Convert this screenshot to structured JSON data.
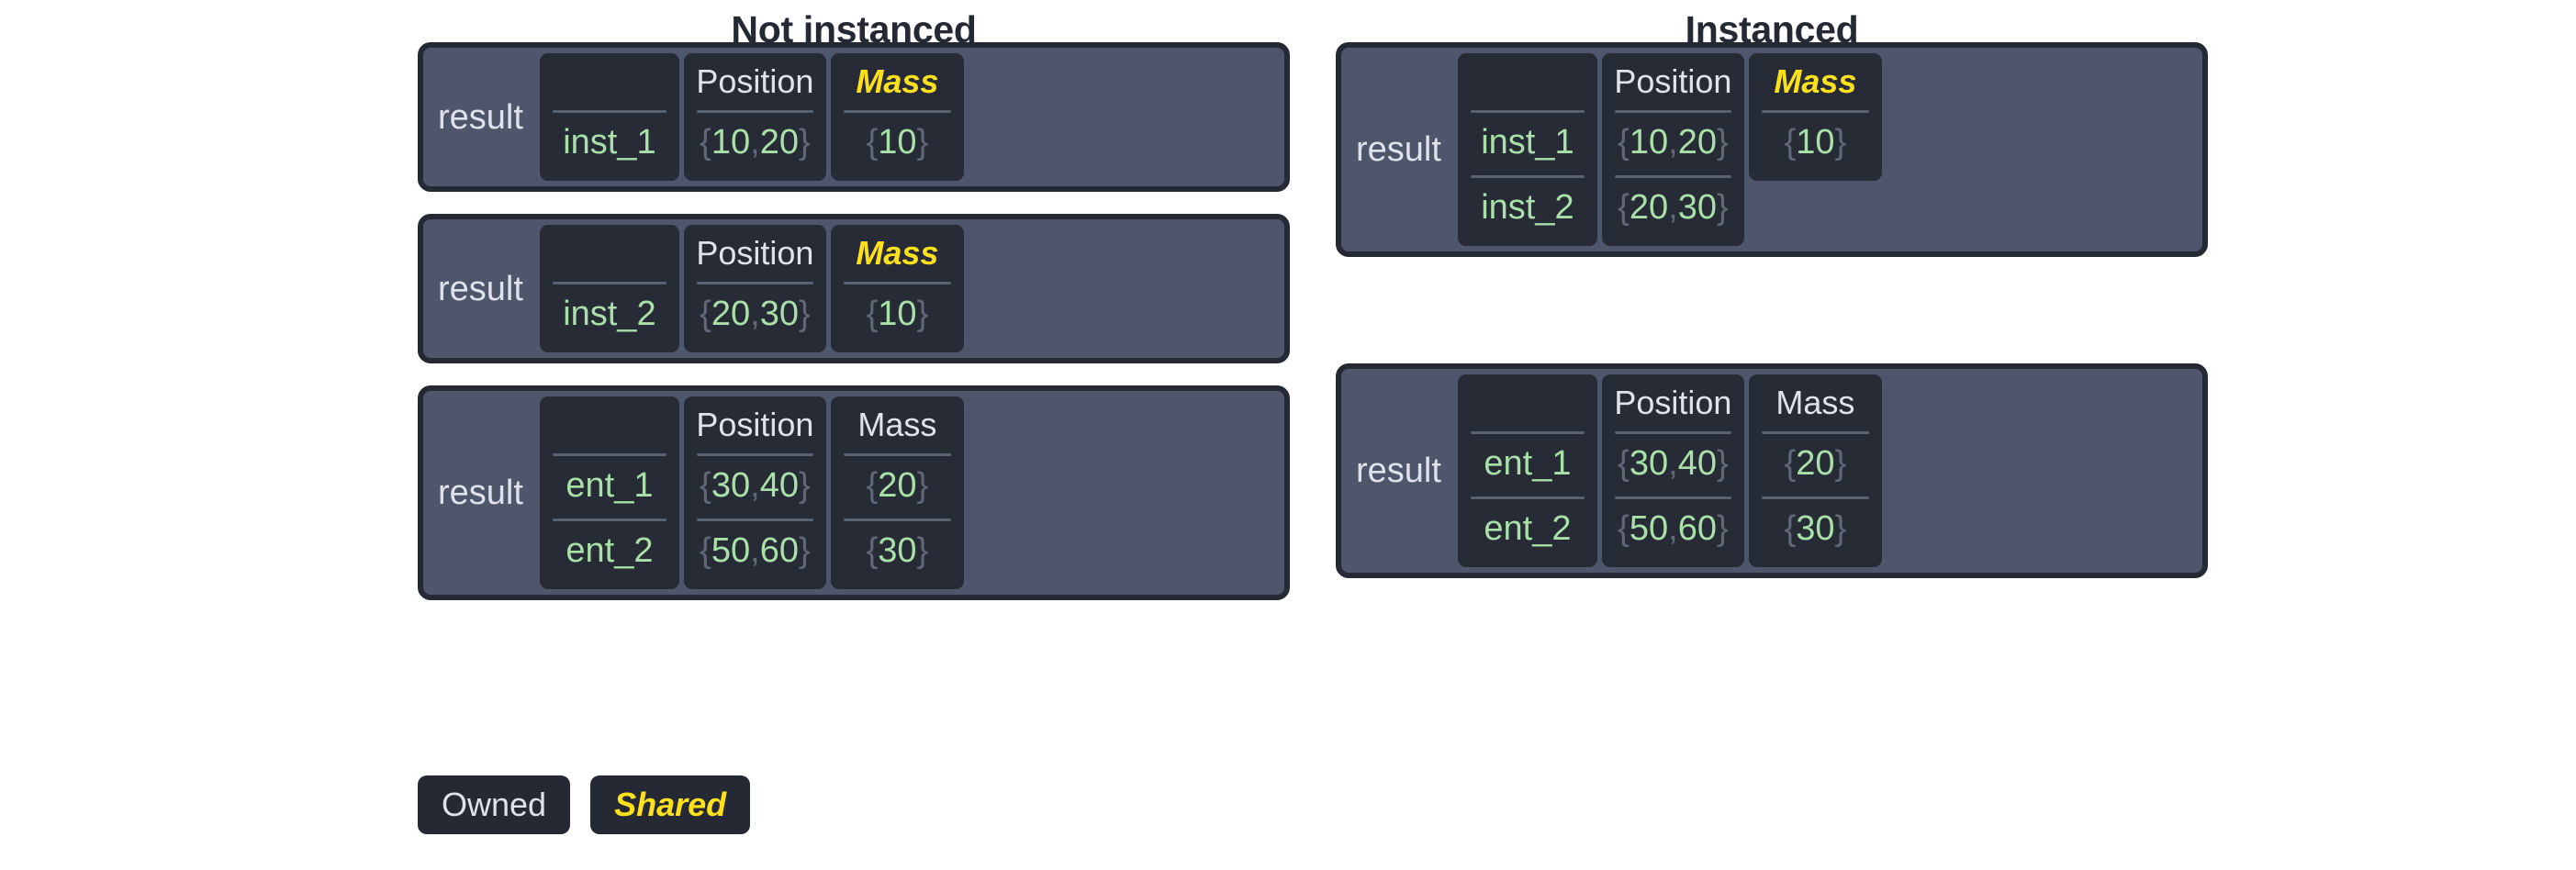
{
  "legend": {
    "owned_label": "Owned",
    "shared_label": "Shared"
  },
  "colors": {
    "shared": "#ffe01b",
    "owned": "#dfe2ea",
    "value": "#a9e0a8",
    "panel_bg": "#4f556a",
    "cell_bg": "#262b36",
    "border": "#242933"
  },
  "columns": [
    {
      "title": "Not instanced",
      "panels": [
        {
          "label": "result",
          "table": {
            "headers": [
              {
                "text": "",
                "shared": false
              },
              {
                "text": "Position",
                "shared": false
              },
              {
                "text": "Mass",
                "shared": true
              }
            ],
            "rows": [
              {
                "name": "inst_1",
                "position": "{10, 20}",
                "mass": "{10}"
              }
            ]
          }
        },
        {
          "label": "result",
          "table": {
            "headers": [
              {
                "text": "",
                "shared": false
              },
              {
                "text": "Position",
                "shared": false
              },
              {
                "text": "Mass",
                "shared": true
              }
            ],
            "rows": [
              {
                "name": "inst_2",
                "position": "{20, 30}",
                "mass": "{10}"
              }
            ]
          }
        },
        {
          "label": "result",
          "table": {
            "headers": [
              {
                "text": "",
                "shared": false
              },
              {
                "text": "Position",
                "shared": false
              },
              {
                "text": "Mass",
                "shared": false
              }
            ],
            "rows": [
              {
                "name": "ent_1",
                "position": "{30, 40}",
                "mass": "{20}"
              },
              {
                "name": "ent_2",
                "position": "{50, 60}",
                "mass": "{30}"
              }
            ]
          }
        }
      ]
    },
    {
      "title": "Instanced",
      "panels": [
        {
          "label": "result",
          "table": {
            "headers": [
              {
                "text": "",
                "shared": false
              },
              {
                "text": "Position",
                "shared": false
              },
              {
                "text": "Mass",
                "shared": true
              }
            ],
            "rows": [
              {
                "name": "inst_1",
                "position": "{10, 20}",
                "mass": "{10}"
              },
              {
                "name": "inst_2",
                "position": "{20, 30}",
                "mass": null
              }
            ]
          }
        },
        {
          "label": "result",
          "table": {
            "headers": [
              {
                "text": "",
                "shared": false
              },
              {
                "text": "Position",
                "shared": false
              },
              {
                "text": "Mass",
                "shared": false
              }
            ],
            "rows": [
              {
                "name": "ent_1",
                "position": "{30, 40}",
                "mass": "{20}"
              },
              {
                "name": "ent_2",
                "position": "{50, 60}",
                "mass": "{30}"
              }
            ]
          }
        }
      ]
    }
  ]
}
